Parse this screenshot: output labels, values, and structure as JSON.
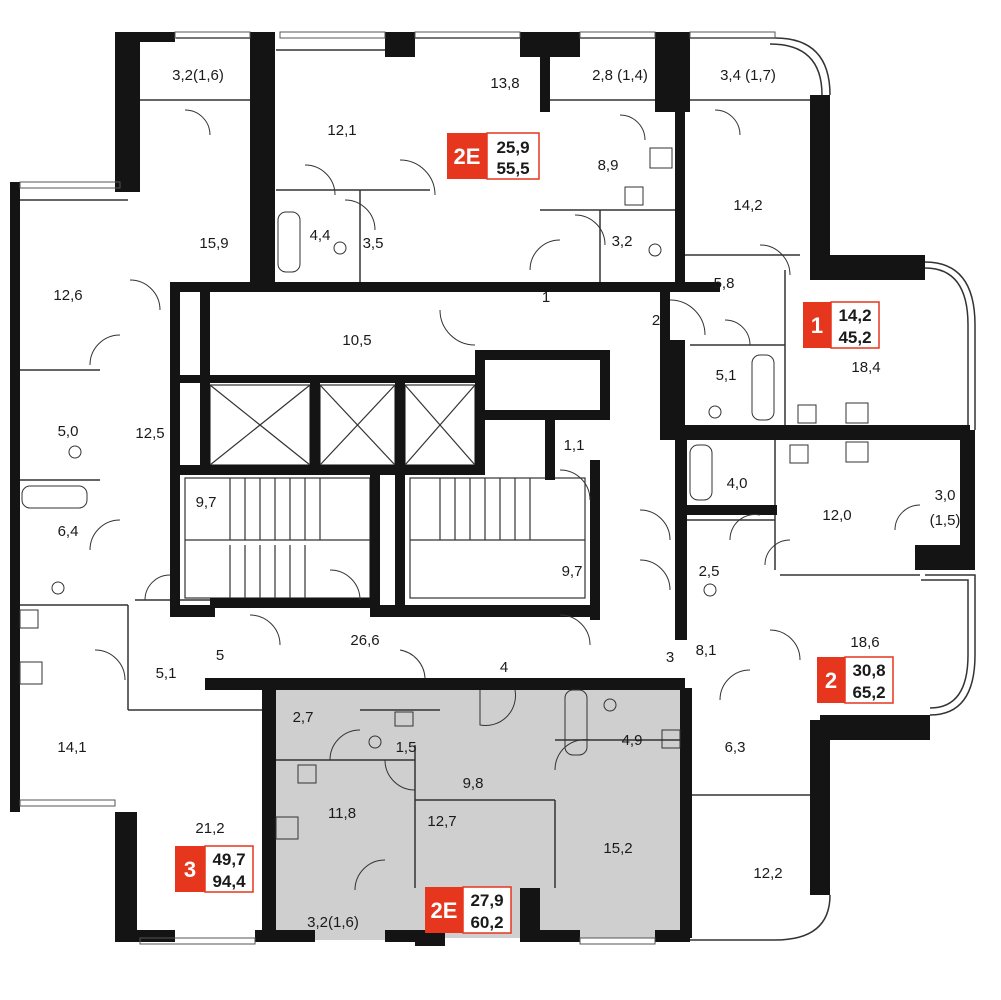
{
  "colors": {
    "wall": "#141414",
    "highlight_fill": "#cfcfcf",
    "badge_accent": "#e6371e",
    "line": "#333333"
  },
  "rooms": [
    {
      "id": "r-balc-tl",
      "label": "3,2(1,6)"
    },
    {
      "id": "r-13-8",
      "label": "13,8"
    },
    {
      "id": "r-balc-tc",
      "label": "2,8 (1,4)"
    },
    {
      "id": "r-balc-tr",
      "label": "3,4 (1,7)"
    },
    {
      "id": "r-12-1",
      "label": "12,1"
    },
    {
      "id": "r-8-9",
      "label": "8,9"
    },
    {
      "id": "r-14-2",
      "label": "14,2"
    },
    {
      "id": "r-15-9",
      "label": "15,9"
    },
    {
      "id": "r-4-4",
      "label": "4,4"
    },
    {
      "id": "r-3-5",
      "label": "3,5"
    },
    {
      "id": "r-3-2a",
      "label": "3,2"
    },
    {
      "id": "r-12-6",
      "label": "12,6"
    },
    {
      "id": "r-5-8",
      "label": "5,8"
    },
    {
      "id": "r-1",
      "label": "1"
    },
    {
      "id": "r-2",
      "label": "2"
    },
    {
      "id": "r-10-5",
      "label": "10,5"
    },
    {
      "id": "r-18-4",
      "label": "18,4"
    },
    {
      "id": "r-5-1a",
      "label": "5,1"
    },
    {
      "id": "r-5-0",
      "label": "5,0"
    },
    {
      "id": "r-12-5",
      "label": "12,5"
    },
    {
      "id": "r-1-1",
      "label": "1,1"
    },
    {
      "id": "r-4-0",
      "label": "4,0"
    },
    {
      "id": "r-9-7a",
      "label": "9,7"
    },
    {
      "id": "r-6-4",
      "label": "6,4"
    },
    {
      "id": "r-12-0",
      "label": "12,0"
    },
    {
      "id": "r-3-0",
      "label": "3,0"
    },
    {
      "id": "r-3-0b",
      "label": "(1,5)"
    },
    {
      "id": "r-9-7b",
      "label": "9,7"
    },
    {
      "id": "r-2-5",
      "label": "2,5"
    },
    {
      "id": "r-26-6",
      "label": "26,6"
    },
    {
      "id": "r-18-6",
      "label": "18,6"
    },
    {
      "id": "r-5",
      "label": "5"
    },
    {
      "id": "r-5-1b",
      "label": "5,1"
    },
    {
      "id": "r-3",
      "label": "3"
    },
    {
      "id": "r-8-1",
      "label": "8,1"
    },
    {
      "id": "r-4",
      "label": "4"
    },
    {
      "id": "r-2-7",
      "label": "2,7"
    },
    {
      "id": "r-1-5",
      "label": "1,5"
    },
    {
      "id": "r-4-9",
      "label": "4,9"
    },
    {
      "id": "r-6-3",
      "label": "6,3"
    },
    {
      "id": "r-14-1",
      "label": "14,1"
    },
    {
      "id": "r-9-8",
      "label": "9,8"
    },
    {
      "id": "r-11-8",
      "label": "11,8"
    },
    {
      "id": "r-12-7",
      "label": "12,7"
    },
    {
      "id": "r-21-2",
      "label": "21,2"
    },
    {
      "id": "r-15-2",
      "label": "15,2"
    },
    {
      "id": "r-12-2",
      "label": "12,2"
    },
    {
      "id": "r-balc-b",
      "label": "3,2(1,6)"
    }
  ],
  "apartments": [
    {
      "id": "apt-2e-top",
      "code": "2E",
      "living": "25,9",
      "total": "55,5"
    },
    {
      "id": "apt-1",
      "code": "1",
      "living": "14,2",
      "total": "45,2"
    },
    {
      "id": "apt-2",
      "code": "2",
      "living": "30,8",
      "total": "65,2"
    },
    {
      "id": "apt-3",
      "code": "3",
      "living": "49,7",
      "total": "94,4"
    },
    {
      "id": "apt-2e-bottom",
      "code": "2E",
      "living": "27,9",
      "total": "60,2"
    }
  ]
}
